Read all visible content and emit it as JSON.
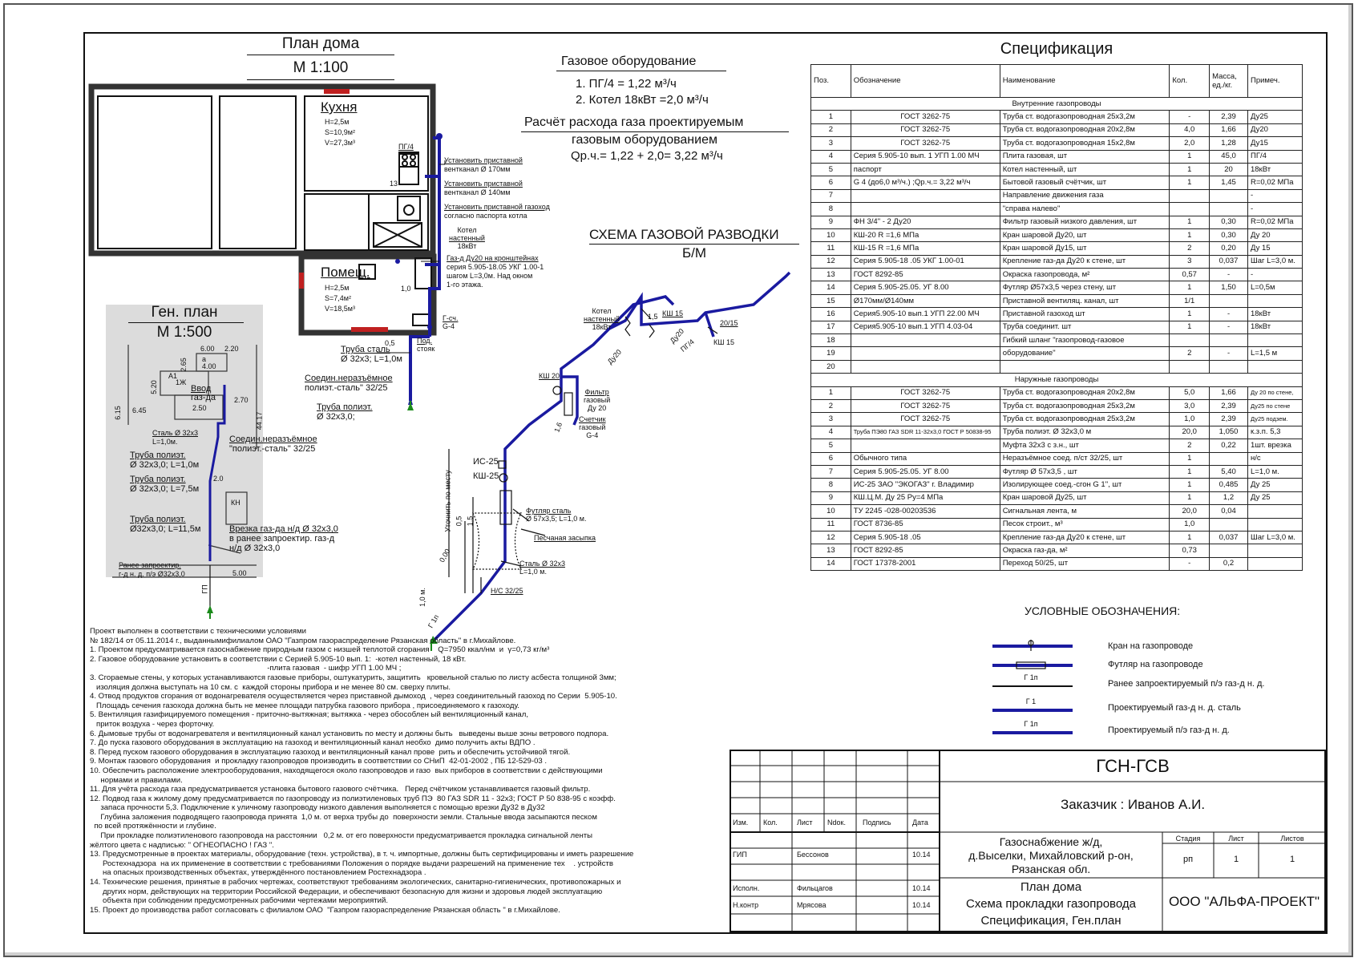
{
  "plan": {
    "title": "План дома",
    "scale": "М 1:100",
    "kitchen": {
      "name": "Кухня",
      "h": "H=2,5м",
      "s": "S=10,9м²",
      "v": "V=27,3м³"
    },
    "room": {
      "name": "Помещ.",
      "h": "H=2,5м",
      "s": "S=7,4м²",
      "v": "V=18,5м³"
    },
    "pg4": "ПГ/4",
    "labels": {
      "vent170": [
        "Установить приставной",
        "вентканал Ø 170мм"
      ],
      "vent140": [
        "Установить приставной",
        "вентканал Ø 140мм"
      ],
      "flue": [
        "Установить приставной газоход",
        "согласно паспорта котла"
      ],
      "boiler": [
        "Котел",
        "настенный",
        "18кВт"
      ],
      "pipe20": [
        "Газ-д Ду20 на кронштейнах",
        "серия 5.905-18.05 УКГ 1.00-1",
        "шагом L=3,0м. Над окном",
        "1-го этажа."
      ],
      "meter": "Г-сч.\nG-4",
      "riser": "Под.\nстояк",
      "steel": [
        "Труба сталь",
        "Ø 32х3; L=1,0м"
      ],
      "joint": [
        "Соедин.неразъёмное",
        "полиэт.-сталь\" 32/25"
      ],
      "poly": [
        "Труба полиэт.",
        "Ø 32х3,0;"
      ],
      "dim_10": "1,0",
      "dim_05": "0,5",
      "dim_13": "13"
    }
  },
  "equipment": {
    "title": "Газовое оборудование",
    "line1": "1. ПГ/4 = 1,22 м³/ч",
    "line2": "2. Котел 18кВт =2,0 м³/ч",
    "calc_title1": "Расчёт расхода газа проектируемым",
    "calc_title2": "газовым оборудованием",
    "calc_formula": "Qр.ч.= 1,22 + 2,0= 3,22 м³/ч"
  },
  "scheme": {
    "title": "СХЕМА ГАЗОВОЙ РАЗВОДКИ",
    "subtitle": "Б/М",
    "labels": {
      "boiler": [
        "Котел",
        "настенный",
        "18кВт"
      ],
      "ksh15a": "КШ 15",
      "ksh15b": "КШ 15",
      "ksh20": "КШ 20",
      "d20a": "Ду20",
      "d20b": "Ду20",
      "pg4": "ПГ/4",
      "r2015": "20/15",
      "filter": [
        "Фильтр",
        "газовый",
        "Ду 20"
      ],
      "meter": [
        "Счетчик",
        "газовый",
        "G-4"
      ],
      "is25": "ИС-25",
      "ksh25": "КШ-25",
      "sleeve": [
        "Футляр сталь",
        "Ø 57х3,5; L=1,0 м."
      ],
      "sand": "Песчаная засыпка",
      "steel": [
        "Сталь Ø 32х3",
        "L=1,0 м."
      ],
      "ns": "Н/С 32/25",
      "g1p": "Г 1п",
      "clarify": "Уточнить по месту",
      "d15": "1,5",
      "d16": "1,6",
      "d05": "0,5",
      "d15b": "1,5",
      "d000": "0,00",
      "d10": "1,0 м."
    }
  },
  "genplan": {
    "title": "Ген. план",
    "scale": "М 1:500",
    "labels": {
      "input": [
        "Ввод",
        "газ-да"
      ],
      "steel": [
        "Сталь Ø 32х3",
        "L=1,0м."
      ],
      "joint": [
        "Соедин.неразъёмное",
        "\"полиэт.-сталь\" 32/25"
      ],
      "poly1": [
        "Труба полиэт.",
        "Ø 32х3,0; L=1,0м"
      ],
      "poly2": [
        "Труба полиэт.",
        "Ø 32х3,0; L=7,5м"
      ],
      "poly3": [
        "Труба полиэт.",
        "Ø32х3,0; L=11,5м"
      ],
      "tap": [
        "Врезка газ-да н/д Ø 32х3,0",
        "в ранее запроектир. газ-д",
        "н/д Ø 32х3,0"
      ],
      "earlier": [
        "Ранее запроектир.",
        "г-д н. д. п/э Ø32х3,0"
      ],
      "kn": "КН",
      "gp": "ГП",
      "dims": [
        "6.00",
        "2.20",
        "4.00",
        "2.65",
        "5.20",
        "6.45",
        "2.50",
        "2.70",
        "44.17",
        "2.0",
        "5.00",
        "6.15"
      ],
      "a1": "А1",
      "a": "а",
      "zh": "1Ж"
    }
  },
  "spec": {
    "title": "Спецификация",
    "headers": [
      "Поз.",
      "Обозначение",
      "Наименование",
      "Кол.",
      "Масса, ед./кг.",
      "Примеч."
    ],
    "internal_title": "Внутренние газопроводы",
    "internal": [
      [
        "1",
        "ГОСТ 3262-75",
        "Труба ст. водогазопроводная 25х3,2м",
        "-",
        "2,39",
        "Ду25"
      ],
      [
        "2",
        "ГОСТ 3262-75",
        "Труба ст. водогазопроводная 20х2,8м",
        "4,0",
        "1,66",
        "Ду20"
      ],
      [
        "3",
        "ГОСТ 3262-75",
        "Труба ст. водогазопроводная 15х2,8м",
        "2,0",
        "1,28",
        "Ду15"
      ],
      [
        "4",
        "Серия 5.905-10 вып. 1 УГП 1.00 МЧ",
        "Плита газовая,   шт",
        "1",
        "45,0",
        "ПГ/4"
      ],
      [
        "5",
        "паспорт",
        "Котел настенный,   шт",
        "1",
        "20",
        "18кВт"
      ],
      [
        "6",
        "G 4 (до6,0 м³/ч.) ;Qр.ч.= 3,22 м³/ч",
        "Бытовой газовый счётчик,   шт",
        "1",
        "1,45",
        "R=0,02 МПа"
      ],
      [
        "7",
        "",
        "Направление движения газа",
        "",
        "",
        "-"
      ],
      [
        "8",
        "",
        "\"справа налево\"",
        "",
        "",
        "-"
      ],
      [
        "9",
        "ФН 3/4\" - 2  Ду20",
        "Фильтр газовый низкого давления,   шт",
        "1",
        "0,30",
        "R=0,02 МПа"
      ],
      [
        "10",
        "КШ-20  R =1,6 МПа",
        "Кран шаровой Ду20,   шт",
        "1",
        "0,30",
        "Ду 20"
      ],
      [
        "11",
        "КШ-15  R =1,6 МПа",
        "Кран шаровой Ду15,   шт",
        "2",
        "0,20",
        "Ду 15"
      ],
      [
        "12",
        "Серия 5.905-18 .05  УКГ 1.00-01",
        "Крепление газ-да Ду20 к стене,   шт",
        "3",
        "0,037",
        "Шаг L=3,0 м."
      ],
      [
        "13",
        "ГОСТ 8292-85",
        "Окраска газопровода,   м²",
        "0,57",
        "-",
        "-"
      ],
      [
        "14",
        " Серия 5.905-25.05.  УГ 8.00",
        "Футляр  Ø57х3,5 через стену,   шт",
        "1",
        "1,50",
        "L=0,5м"
      ],
      [
        "15",
        "Ø170мм/Ø140мм",
        "Приставной вентиляц. канал,   шт",
        "1/1",
        "",
        ""
      ],
      [
        "16",
        "Серия5.905-10 вып.1 УГП 22.00 МЧ",
        "Приставной газоход   шт",
        "1",
        "-",
        "18кВт"
      ],
      [
        "17",
        "Серия5.905-10 вып.1 УГП 4.03-04",
        "Труба соединит.   шт",
        "1",
        "-",
        "18кВт"
      ],
      [
        "18",
        "",
        "Гибкий шланг \"газопровод-газовое",
        "",
        "",
        ""
      ],
      [
        "19",
        "",
        "оборудование\"",
        "2",
        "-",
        "L=1,5 м"
      ],
      [
        "20",
        "",
        "",
        "",
        "",
        ""
      ]
    ],
    "external_title": "Наружные газопроводы",
    "external": [
      [
        "1",
        "ГОСТ 3262-75",
        "Труба ст. водогазопроводная 20х2,8м",
        "5,0",
        "1,66",
        "Ду 20 по стене,"
      ],
      [
        "2",
        "ГОСТ 3262-75",
        "Труба ст. водогазопроводная 25х3,2м",
        "3,0",
        "2,39",
        "Ду25 по стене"
      ],
      [
        "3",
        "ГОСТ 3262-75",
        "Труба ст. водогазопроводная 25х3,2м",
        "1,0",
        "2,39",
        "Ду25 подзем."
      ],
      [
        "4",
        "Труба ПЭ80 ГАЗ SDR 11-32х3,0 ГОСТ Р 50838-95",
        "Труба полиэт. Ø 32х3,0   м",
        "20,0",
        "1,050",
        "к.з.п. 5,3"
      ],
      [
        "5",
        "",
        "Муфта  32х3 с з.н.,   шт",
        "2",
        "0,22",
        "1шт. врезка"
      ],
      [
        "6",
        "Обычного типа",
        "Неразъёмное соед. п/ст 32/25,   шт",
        "1",
        "",
        "н/с"
      ],
      [
        "7",
        "Серия 5.905-25.05.  УГ 8.00",
        "Футляр Ø 57х3,5 ,   шт",
        "1",
        "5,40",
        "L=1,0 м."
      ],
      [
        "8",
        "ИС-25 ЗАО \"ЭКОГАЗ\" г. Владимир",
        "Изолирующее соед.-сгон G 1\",   шт",
        "1",
        "0,485",
        "Ду 25"
      ],
      [
        "9",
        "КШ.Ц.М. Ду 25 Ру=4 МПа",
        "Кран шаровой Ду25,   шт",
        "1",
        "1,2",
        "Ду 25"
      ],
      [
        "10",
        "ТУ 2245 -028-00203536",
        "Сигнальная лента,   м",
        "20,0",
        "0,04",
        ""
      ],
      [
        "11",
        "ГОСТ 8736-85",
        "Песок строит.,   м³",
        "1,0",
        "",
        ""
      ],
      [
        "12",
        "Серия 5.905-18 .05",
        "Крепление газ-да Ду20  к стене,   шт",
        "1",
        "0,037",
        "Шаг L=3,0 м."
      ],
      [
        "13",
        "ГОСТ 8292-85",
        "Окраска газ-да,   м²",
        "0,73",
        "",
        ""
      ],
      [
        "14",
        "ГОСТ 17378-2001",
        "Переход 50/25,   шт",
        "-",
        "0,2",
        ""
      ]
    ]
  },
  "legend": {
    "title": "УСЛОВНЫЕ  ОБОЗНАЧЕНИЯ:",
    "items": [
      {
        "code": "",
        "text": "Кран на газопроводе"
      },
      {
        "code": "",
        "text": "Футляр на газопроводе"
      },
      {
        "code": "Г 1п",
        "text": "Ранее запроектируемый п/э газ-д н. д."
      },
      {
        "code": "Г 1",
        "text": "Проектируемый   газ-д н. д. сталь"
      },
      {
        "code": "Г 1п",
        "text": "Проектируемый  п/э газ-д н. д."
      }
    ]
  },
  "notes": {
    "lines": [
      "Проект выполнен в соответствии с техническими условиями",
      "№ 182/14 от 05.11.2014 г., выданнымифилиалом ОАО \"Газпром газораспределение Рязанская область\" в г.Михайлове.",
      "1. Проектом предусматривается газоснабжение природным газом с низшей теплотой сгорания    Q=7950 ккал/нм  и  γ=0,73 кг/м³",
      "2. Газовое оборудование установить в соответствии с Серией 5.905-10 вып. 1:  -котел настенный, 18 кВт.",
      "                                                                                   -плита газовая  - шифр УГП 1.00 МЧ ;",
      "3. Сгораемые стены, у которых устанавливаются газовые приборы, оштукатурить, защитить   кровельной сталью по листу асбеста толщиной 3мм;",
      "   изоляция должна выступать на 10 см. с  каждой стороны прибора и не менее 80 см. сверху плиты.",
      "4. Отвод продуктов сгорания от водонагревателя осуществляется через приставной дымоход  , через соединительный газоход по Серии  5.905-10.",
      "   Площадь сечения газохода должна быть не менее площади патрубка газового прибора , присоединяемого к газоходу.",
      "5. Вентиляция газифицируемого помещения - приточно-вытяжная; вытяжка - через обособлен ый вентиляционный канал,",
      "   приток воздуха - через форточку.",
      "6. Дымовые трубы от водонагревателя и вентиляционный канал установить по месту и должны быть   выведены выше зоны ветрового подпора.",
      "7. До пуска газового оборудования в эксплуатацию на газоход и вентиляционный канал необхо  димо получить акты ВДПО .",
      "8. Перед пуском газового оборудования в эксплуатацию газоход и вентиляционный канал прове  рить и обеспечить устойчивой тягой.",
      "9. Монтаж газового оборудования  и прокладку газопроводов производить в соответствии со СНиП  42-01-2002 , ПБ 12-529-03 .",
      "10. Обеспечить расположение электрооборудования, находящегося около газопроводов и газо  вых приборов в соответствии с действующими",
      "     нормами и правилами.",
      "11. Для учёта расхода газа предусматривается установка бытового газового счётчика.   Перед счётчиком устанавливается газовый фильтр.",
      "12. Подвод газа к жилому дому предусматривается по газопроводу из полиэтиленовых труб ПЭ  80 ГАЗ SDR 11 - 32х3; ГОСТ Р 50 838-95 с коэфф.",
      "     запаса прочности 5,3. Подключение к уличному газопроводу низкого давления выполняется с помощью врезки Ду32 в Ду32",
      "     Глубина заложения подводящего газопровода принята  1,0 м. от верха трубы до  поверхности земли. Стальные ввода засыпаются песком",
      "  по всей протяжённости и глубине.",
      "     При прокладке полиэтиленового газопровода на расстоянии   0,2 м. от его поверхности предусматривается прокладка сигнальной ленты",
      "жёлтого цвета с надписью: \" ОГНЕОПАСНО ! ГАЗ \".",
      "13. Предусмотренные в проектах материалы, оборудование (техн. устройства), в т. ч. импортные, должны быть сертифицированы и иметь разрешение",
      "      Ростехнадзора  на их применение в соответствии с требованиями Положения о порядке выдачи разрешений на применение тех    . устройств",
      "      на опасных производственных объектах, утверждённого постановлением Ростехнадзора .",
      "14. Технические решения, принятые в рабочих чертежах, соответствуют требованиям экологических, санитарно-гигиенических, противопожарных и",
      "      других норм, действующих на территории Российской Федерации, и обеспечивают безопасную для жизни и здоровья людей эксплуатацию",
      "      объекта при соблюдении предусмотренных рабочими чертежами мероприятий.",
      "15. Проект до производства работ согласовать с филиалом ОАО  \"Газпром газораспределение Рязанская область \" в г.Михайлове."
    ]
  },
  "titleblock": {
    "code": "ГСН-ГСВ",
    "customer": "Заказчик : Иванов А.И.",
    "headers": [
      "Изм.",
      "Кол.",
      "Лист",
      "Ndoк.",
      "Подпись",
      "Дата"
    ],
    "rows": [
      {
        "role": "ГИП",
        "name": "Бессонов",
        "date": "10.14"
      },
      {
        "role": "Исполн.",
        "name": "Фильцагов",
        "date": "10.14"
      },
      {
        "role": "Н.контр",
        "name": "Мрясова",
        "date": "10.14"
      }
    ],
    "object": [
      "Газоснабжение ж/д,",
      "д.Выселки, Михайловский р-он,",
      "Рязанская обл."
    ],
    "stage_headers": [
      "Стадия",
      "Лист",
      "Листов"
    ],
    "stage_values": [
      "рп",
      "1",
      "1"
    ],
    "sheet_title": [
      "План дома",
      "Схема прокладки газопровода",
      "Спецификация, Ген.план"
    ],
    "company": "ООО \"АЛЬФА-ПРОЕКТ\""
  },
  "colors": {
    "gas_pipe": "#1a1aa0",
    "window": "#c02020",
    "gen_bg": "#dcdcdc"
  }
}
